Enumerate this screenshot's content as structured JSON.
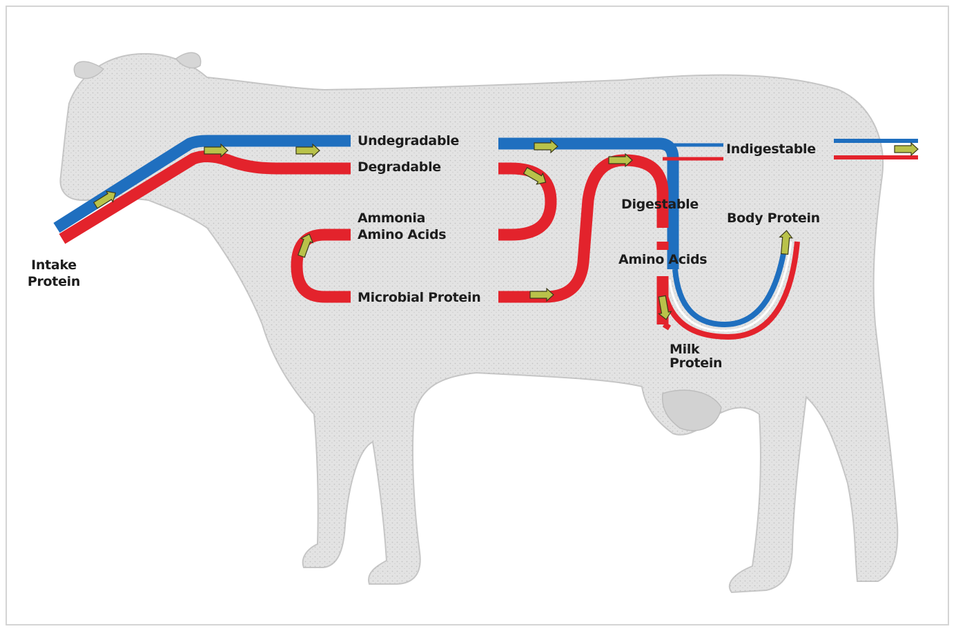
{
  "labels": {
    "intake_line1": "Intake",
    "intake_line2": "Protein",
    "undegradable": "Undegradable",
    "degradable": "Degradable",
    "ammonia_line1": "Ammonia",
    "ammonia_line2": "Amino Acids",
    "microbial_protein": "Microbial Protein",
    "digestable": "Digestable",
    "amino_acids": "Amino Acids",
    "indigestable": "Indigestable",
    "body_protein": "Body Protein",
    "milk_line1": "Milk",
    "milk_line2": "Protein"
  },
  "colors": {
    "undegradable_flow": "#1f6fbf",
    "degradable_flow": "#e3232c",
    "arrow_fill": "#b9c24a",
    "cow_silhouette": "#d9d9d9",
    "cow_speckle": "#a9a9a9",
    "frame": "#d4d4d4"
  }
}
